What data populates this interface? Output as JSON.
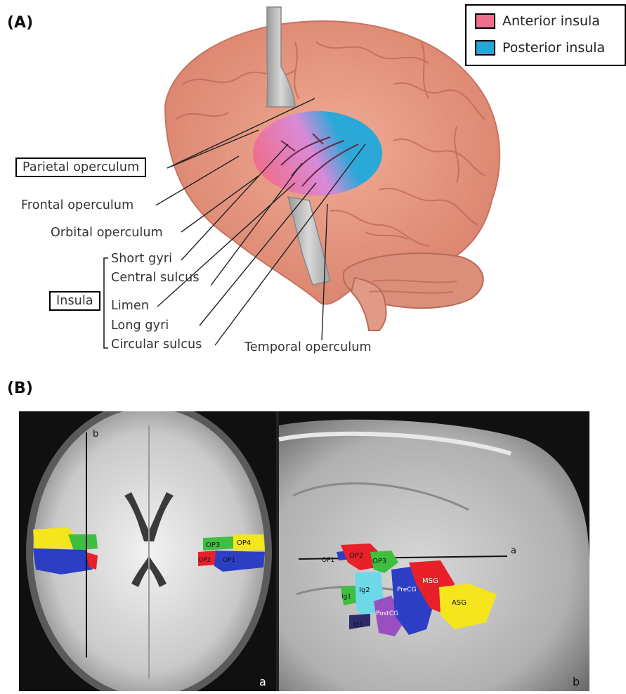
{
  "panel_a": {
    "label": "(A)",
    "legend": [
      {
        "label": "Anterior insula",
        "color": "#ef6f8e"
      },
      {
        "label": "Posterior insula",
        "color": "#27a6d6"
      }
    ],
    "annotations": {
      "parietal_operculum": "Parietal operculum",
      "frontal_operculum": "Frontal operculum",
      "orbital_operculum": "Orbital operculum",
      "insula": "Insula",
      "short_gyri": "Short gyri",
      "central_sulcus": "Central sulcus",
      "limen": "Limen",
      "long_gyri": "Long gyri",
      "circular_sulcus": "Circular sulcus",
      "temporal_operculum": "Temporal operculum"
    },
    "brain_color": "#e59a84"
  },
  "panel_b": {
    "label": "(B)",
    "axial": {
      "view_label": "a",
      "line_label": "b",
      "regions": [
        "OP3",
        "OP4",
        "OP2",
        "OP1"
      ]
    },
    "sagittal": {
      "view_label": "b",
      "line_label": "a",
      "regions": [
        "OP1",
        "OP2",
        "OP3",
        "Ig1",
        "Ig2",
        "Id1",
        "PostCG",
        "PreCG",
        "MSG",
        "ASG"
      ]
    },
    "region_colors": {
      "red": "#e8202a",
      "green": "#3fbf3f",
      "yellow": "#f4e51c",
      "blue": "#2c3fc4",
      "cyan": "#6fd8e8",
      "purple": "#9a4fc0"
    }
  }
}
